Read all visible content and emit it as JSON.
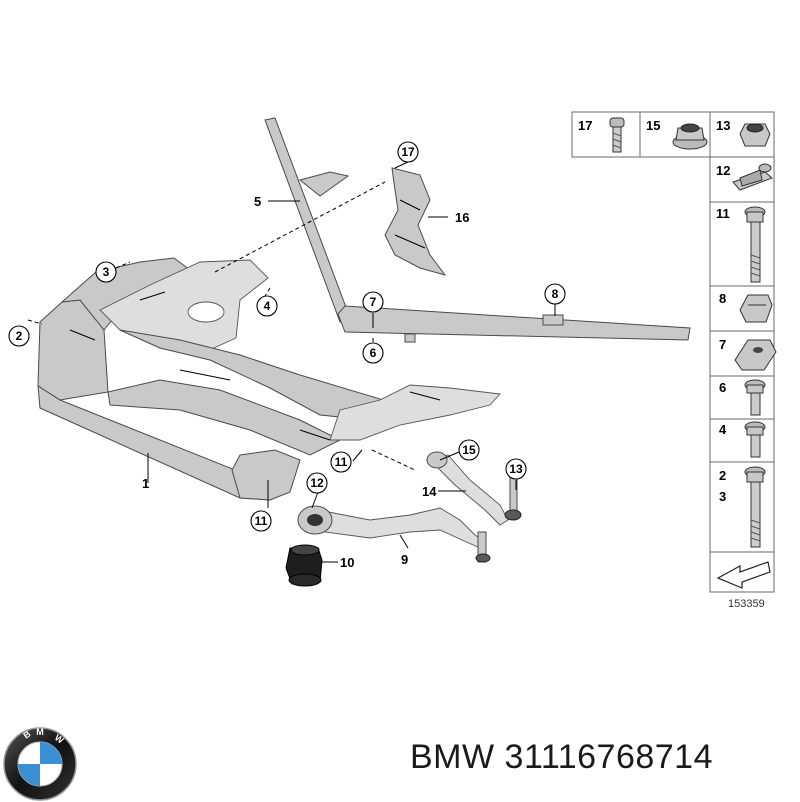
{
  "diagram": {
    "callouts": [
      {
        "id": "c17",
        "num": "17"
      },
      {
        "id": "c3",
        "num": "3"
      },
      {
        "id": "c4",
        "num": "4"
      },
      {
        "id": "c2",
        "num": "2"
      },
      {
        "id": "c7",
        "num": "7"
      },
      {
        "id": "c6",
        "num": "6"
      },
      {
        "id": "c8",
        "num": "8"
      },
      {
        "id": "c11a",
        "num": "11"
      },
      {
        "id": "c15",
        "num": "15"
      },
      {
        "id": "c13",
        "num": "13"
      },
      {
        "id": "c12",
        "num": "12"
      },
      {
        "id": "c11b",
        "num": "11"
      }
    ],
    "labels": [
      {
        "id": "l5",
        "num": "5"
      },
      {
        "id": "l16",
        "num": "16"
      },
      {
        "id": "l1",
        "num": "1"
      },
      {
        "id": "l14",
        "num": "14"
      },
      {
        "id": "l9",
        "num": "9"
      },
      {
        "id": "l10",
        "num": "10"
      }
    ]
  },
  "parts_panel": {
    "top_row": [
      {
        "num": "17",
        "icon": "screw-icon"
      },
      {
        "num": "15",
        "icon": "flange-nut-icon"
      },
      {
        "num": "13",
        "icon": "hex-nut-icon"
      }
    ],
    "column": [
      {
        "num": "12",
        "icon": "clip-nut-icon"
      },
      {
        "num": "11",
        "icon": "long-bolt-icon"
      },
      {
        "num": "8",
        "icon": "spring-clip-icon"
      },
      {
        "num": "7",
        "icon": "cage-nut-icon"
      },
      {
        "num": "6",
        "icon": "short-bolt-icon"
      },
      {
        "num": "4",
        "icon": "short-bolt-icon"
      },
      {
        "num": "2",
        "icon": "medium-bolt-icon"
      },
      {
        "num": "3",
        "icon": "medium-bolt-icon"
      }
    ],
    "footer_icon": "arrow-icon",
    "reference": "153359"
  },
  "footer": {
    "brand_logo": "bmw-logo",
    "text": "BMW 31116768714"
  },
  "colors": {
    "metal": "#c9c9c9",
    "outline": "#4a4a4a",
    "bushing": "#1e1e1e"
  }
}
